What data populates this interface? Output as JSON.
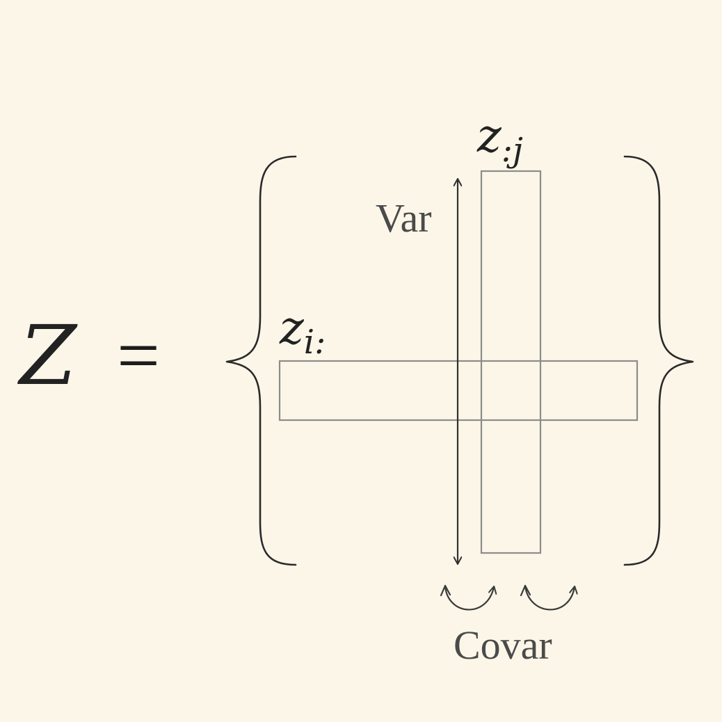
{
  "lhs": {
    "symbol": "Z",
    "equals": "="
  },
  "row_label": {
    "base": "z",
    "subscript": "i:"
  },
  "column_label": {
    "base": "z",
    "subscript": ":j"
  },
  "variance_label": "Var",
  "covariance_label": "Covar",
  "colors": {
    "background": "#fbf6e8",
    "box_stroke": "#8c8c8c",
    "ink": "#222222"
  }
}
